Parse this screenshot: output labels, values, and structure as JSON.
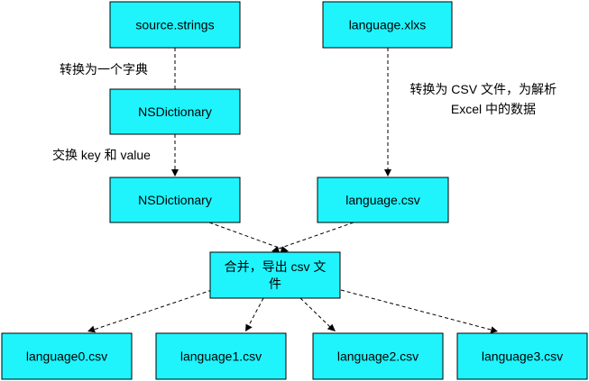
{
  "nodes": {
    "source_strings": "source.strings",
    "language_xlsx": "language.xlxs",
    "nsdictionary_1": "NSDictionary",
    "nsdictionary_2": "NSDictionary",
    "language_csv": "language.csv",
    "merge_export_line1": "合并，导出 csv 文",
    "merge_export_line2": "件",
    "language0": "language0.csv",
    "language1": "language1.csv",
    "language2": "language2.csv",
    "language3": "language3.csv"
  },
  "edge_labels": {
    "to_dictionary": "转换为一个字典",
    "swap_key_value": "交换 key 和 value",
    "to_csv_line1": "转换为 CSV 文件，为解析",
    "to_csv_line2": "Excel 中的数据"
  },
  "colors": {
    "node_fill": "#1ff4fd",
    "stroke": "#000000",
    "background": "#ffffff"
  }
}
